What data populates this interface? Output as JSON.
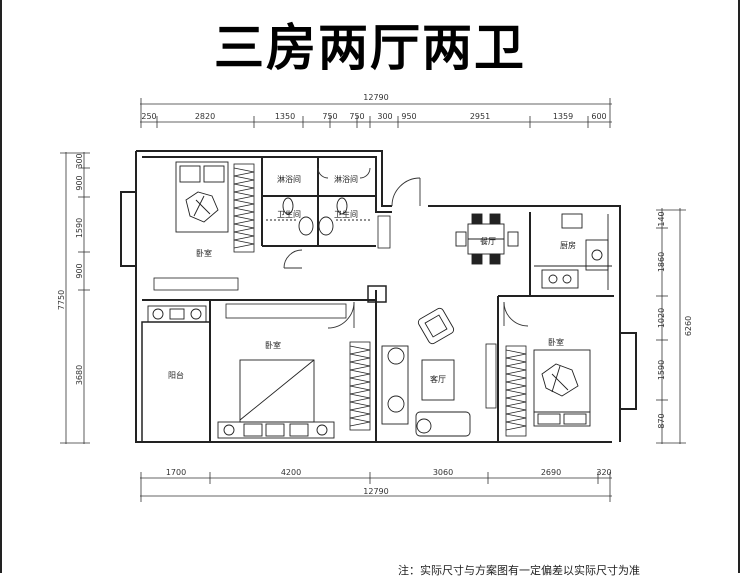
{
  "title": "三房两厅两卫",
  "dimensions": {
    "top_total": "12790",
    "top": [
      "250",
      "2820",
      "1350",
      "750",
      "750",
      "300",
      "950",
      "2951",
      "1359",
      "600"
    ],
    "bottom_total": "12790",
    "bottom": [
      "1700",
      "4200",
      "3060",
      "2690",
      "320"
    ],
    "left_total": "7750",
    "left": [
      "300",
      "900",
      "1590",
      "900",
      "3680"
    ],
    "right_total": "6260",
    "right": [
      "140",
      "1860",
      "1020",
      "1590",
      "870"
    ]
  },
  "rooms": {
    "bedroom_top": "卧室",
    "shower_1": "淋浴间",
    "shower_2": "淋浴间",
    "bath_1": "卫生间",
    "bath_2": "卫生间",
    "dining": "餐厅",
    "kitchen": "厨房",
    "balcony": "阳台",
    "bedroom_master": "卧室",
    "living": "客厅",
    "bedroom_right": "卧室"
  },
  "footnote": "注：实际尺寸与方案图有一定偏差以实际尺寸为准"
}
